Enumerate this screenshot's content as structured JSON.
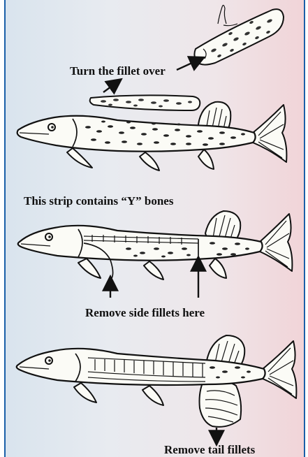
{
  "captions": {
    "turn_fillet": "Turn the fillet over",
    "y_bones": "This strip contains “Y” bones",
    "side_fillets": "Remove side fillets here",
    "tail_fillets": "Remove tail fillets"
  }
}
